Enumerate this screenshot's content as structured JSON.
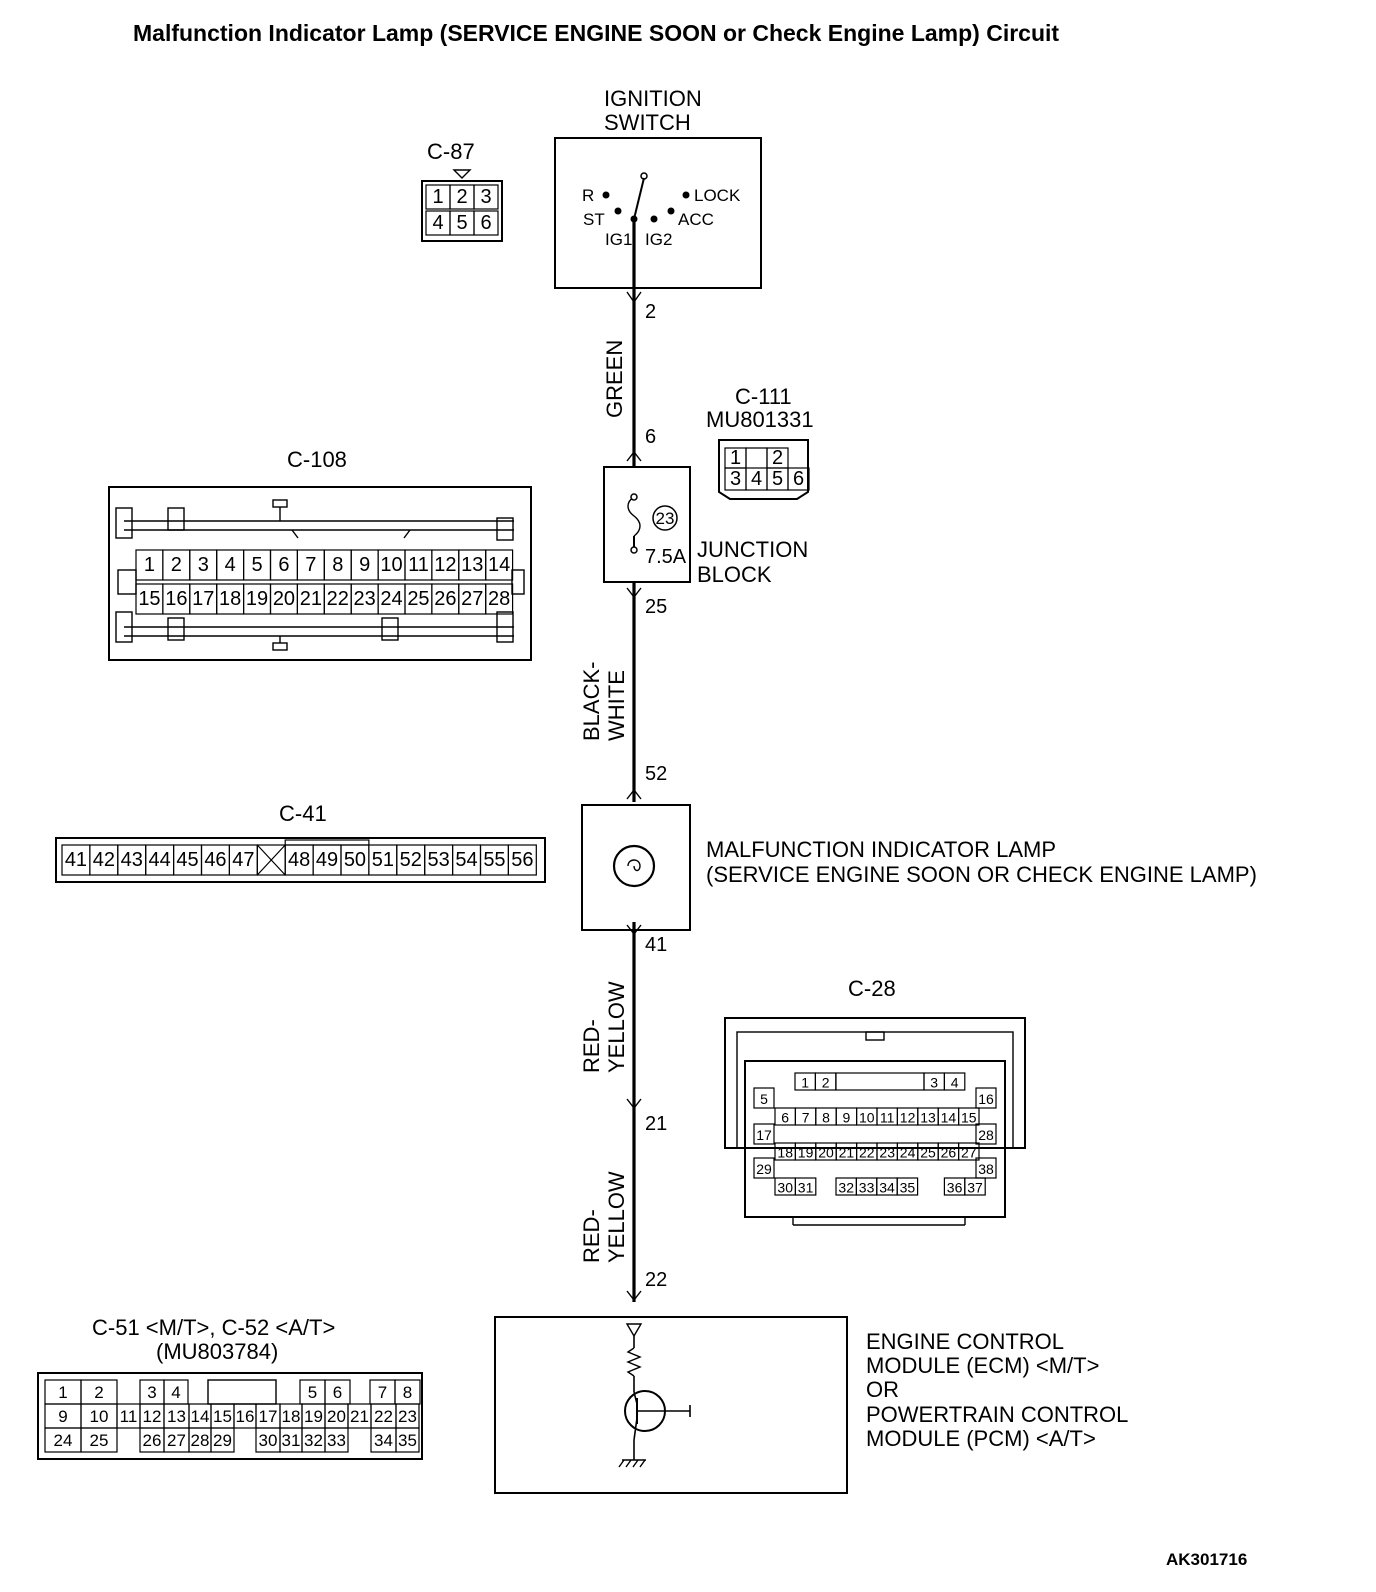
{
  "title": "Malfunction Indicator Lamp (SERVICE ENGINE SOON or Check Engine Lamp) Circuit",
  "figure_code": "AK301716",
  "ignition_switch": {
    "label_line1": "IGNITION",
    "label_line2": "SWITCH",
    "positions": {
      "r": "R",
      "lock": "LOCK",
      "st": "ST",
      "acc": "ACC",
      "ig1": "IG1",
      "ig2": "IG2"
    }
  },
  "junction_block": {
    "label_line1": "JUNCTION",
    "label_line2": "BLOCK",
    "fuse_number": "23",
    "fuse_rating": "7.5A"
  },
  "mil": {
    "label_line1": "MALFUNCTION INDICATOR LAMP",
    "label_line2": "(SERVICE ENGINE SOON OR CHECK ENGINE LAMP)"
  },
  "ecm": {
    "label_line1": "ENGINE CONTROL",
    "label_line2": "MODULE (ECM) <M/T>",
    "label_line3": "OR",
    "label_line4": "POWERTRAIN CONTROL",
    "label_line5": "MODULE (PCM) <A/T>"
  },
  "wires": [
    {
      "color_line1": "GREEN",
      "color_line2": "",
      "from_pin": "2",
      "to_pin": "6"
    },
    {
      "color_line1": "BLACK-",
      "color_line2": "WHITE",
      "from_pin": "25",
      "to_pin": "52"
    },
    {
      "color_line1": "RED-",
      "color_line2": "YELLOW",
      "from_pin": "41",
      "to_pin": "21"
    },
    {
      "color_line1": "RED-",
      "color_line2": "YELLOW",
      "from_pin": "22",
      "to_pin": ""
    }
  ],
  "connectors": {
    "c87": {
      "name": "C-87",
      "row1": [
        "1",
        "2",
        "3"
      ],
      "row2": [
        "4",
        "5",
        "6"
      ]
    },
    "c111": {
      "name": "C-111",
      "part": "MU801331",
      "row1": [
        "1",
        "",
        "2"
      ],
      "row2": [
        "3",
        "4",
        "5",
        "6"
      ]
    },
    "c108": {
      "name": "C-108",
      "row1": [
        "1",
        "2",
        "3",
        "4",
        "5",
        "6",
        "7",
        "8",
        "9",
        "10",
        "11",
        "12",
        "13",
        "14"
      ],
      "row2": [
        "15",
        "16",
        "17",
        "18",
        "19",
        "20",
        "21",
        "22",
        "23",
        "24",
        "25",
        "26",
        "27",
        "28"
      ]
    },
    "c41": {
      "name": "C-41",
      "pins": [
        "41",
        "42",
        "43",
        "44",
        "45",
        "46",
        "47",
        "",
        "48",
        "49",
        "50",
        "51",
        "52",
        "53",
        "54",
        "55",
        "56"
      ]
    },
    "c28": {
      "name": "C-28",
      "row1": [
        "1",
        "2",
        "3",
        "4"
      ],
      "row2": [
        "5",
        "16"
      ],
      "row3": [
        "6",
        "7",
        "8",
        "9",
        "10",
        "11",
        "12",
        "13",
        "14",
        "15"
      ],
      "row4": [
        "17",
        "28"
      ],
      "row5": [
        "18",
        "19",
        "20",
        "21",
        "22",
        "23",
        "24",
        "25",
        "26",
        "27"
      ],
      "row6": [
        "29",
        "38"
      ],
      "row7": [
        "30",
        "31",
        "32",
        "33",
        "34",
        "35",
        "36",
        "37"
      ]
    },
    "c51": {
      "name": "C-51 <M/T>, C-52 <A/T>",
      "part": "(MU803784)",
      "row1": [
        "1",
        "2",
        "3",
        "4",
        "5",
        "6",
        "7",
        "8"
      ],
      "row2": [
        "9",
        "10",
        "11",
        "12",
        "13",
        "14",
        "15",
        "16",
        "17",
        "18",
        "19",
        "20",
        "21",
        "22",
        "23"
      ],
      "row3": [
        "24",
        "25",
        "26",
        "27",
        "28",
        "29",
        "30",
        "31",
        "32",
        "33",
        "34",
        "35"
      ]
    }
  }
}
